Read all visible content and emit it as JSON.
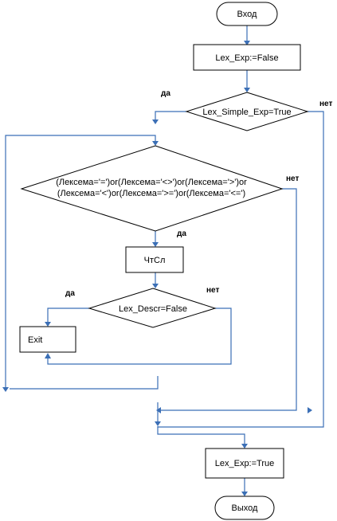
{
  "nodes": {
    "start": "Вход",
    "assign_false": "Lex_Exp:=False",
    "simple_exp_check": "Lex_Simple_Exp=True",
    "relation_line1": "(Лексема='=')or(Лексема='<>')or(Лексема='>')or",
    "relation_line2": "(Лексема='<')or(Лексема='>=')or(Лексема='<=')",
    "read_word": "ЧтСл",
    "descr_check": "Lex_Descr=False",
    "exit": "Exit",
    "assign_true": "Lex_Exp:=True",
    "end": "Выход"
  },
  "branches": {
    "simple_yes": "да",
    "simple_no": "нет",
    "relation_yes": "да",
    "relation_no": "нет",
    "descr_yes": "да",
    "descr_no": "нет"
  }
}
